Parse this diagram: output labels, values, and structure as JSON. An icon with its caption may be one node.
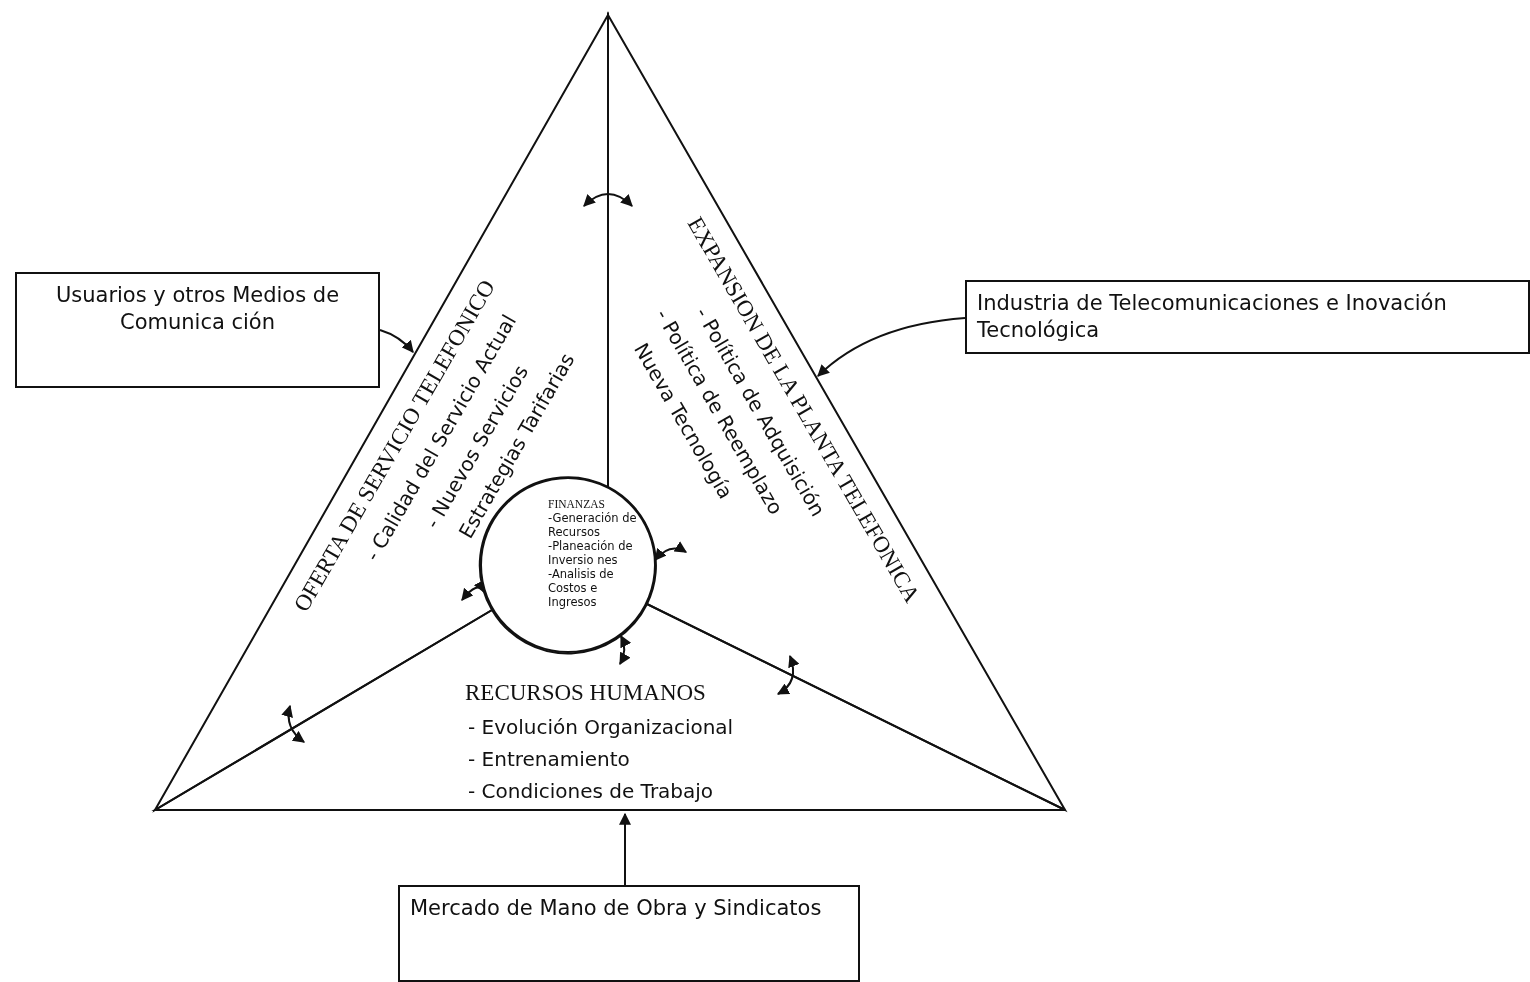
{
  "diagram": {
    "nodes": [
      {
        "text": [
          "OFERTA DE SERVICIO TELEFONICO",
          "- Calidad del Servicio Actual",
          "- Nuevos Servicios",
          "Estrategias Tarifarias"
        ]
      },
      {
        "text": [
          "EXPANSION DE LA PLANTA TELEFONICA",
          "- Política de Adquisición",
          "- Política de Reemplazo",
          "Nueva Tecnología"
        ]
      },
      {
        "text": [
          "FINANZAS",
          "-Generación de Recursos",
          "-Planeación de Inversio nes",
          "-Analisis de Costos e Ingresos"
        ]
      },
      {
        "text": [
          "RECURSOS HUMANOS",
          "- Evolución Organizacional",
          "- Entrenamiento",
          "- Condiciones de Trabajo"
        ]
      },
      {
        "text": [
          "Usuarios y otros Medios de Comunica ción"
        ]
      },
      {
        "text": [
          "Industria de Telecomunicaciones e Inovación Tecnológica"
        ]
      },
      {
        "text": [
          "Mercado de Mano de Obra y Sindicatos"
        ]
      }
    ],
    "edges": [
      {
        "from": 4,
        "to": 0,
        "arrow": "to"
      },
      {
        "from": 5,
        "to": 1,
        "arrow": "to"
      },
      {
        "from": 6,
        "to": 3,
        "arrow": "to"
      },
      {
        "from": 0,
        "to": 1,
        "arrow": "both"
      },
      {
        "from": 0,
        "to": 2,
        "arrow": "both"
      },
      {
        "from": 1,
        "to": 2,
        "arrow": "both"
      },
      {
        "from": 3,
        "to": 2,
        "arrow": "both"
      },
      {
        "from": 1,
        "to": 3,
        "arrow": "both"
      },
      {
        "from": 0,
        "to": 3,
        "arrow": "both"
      }
    ]
  }
}
